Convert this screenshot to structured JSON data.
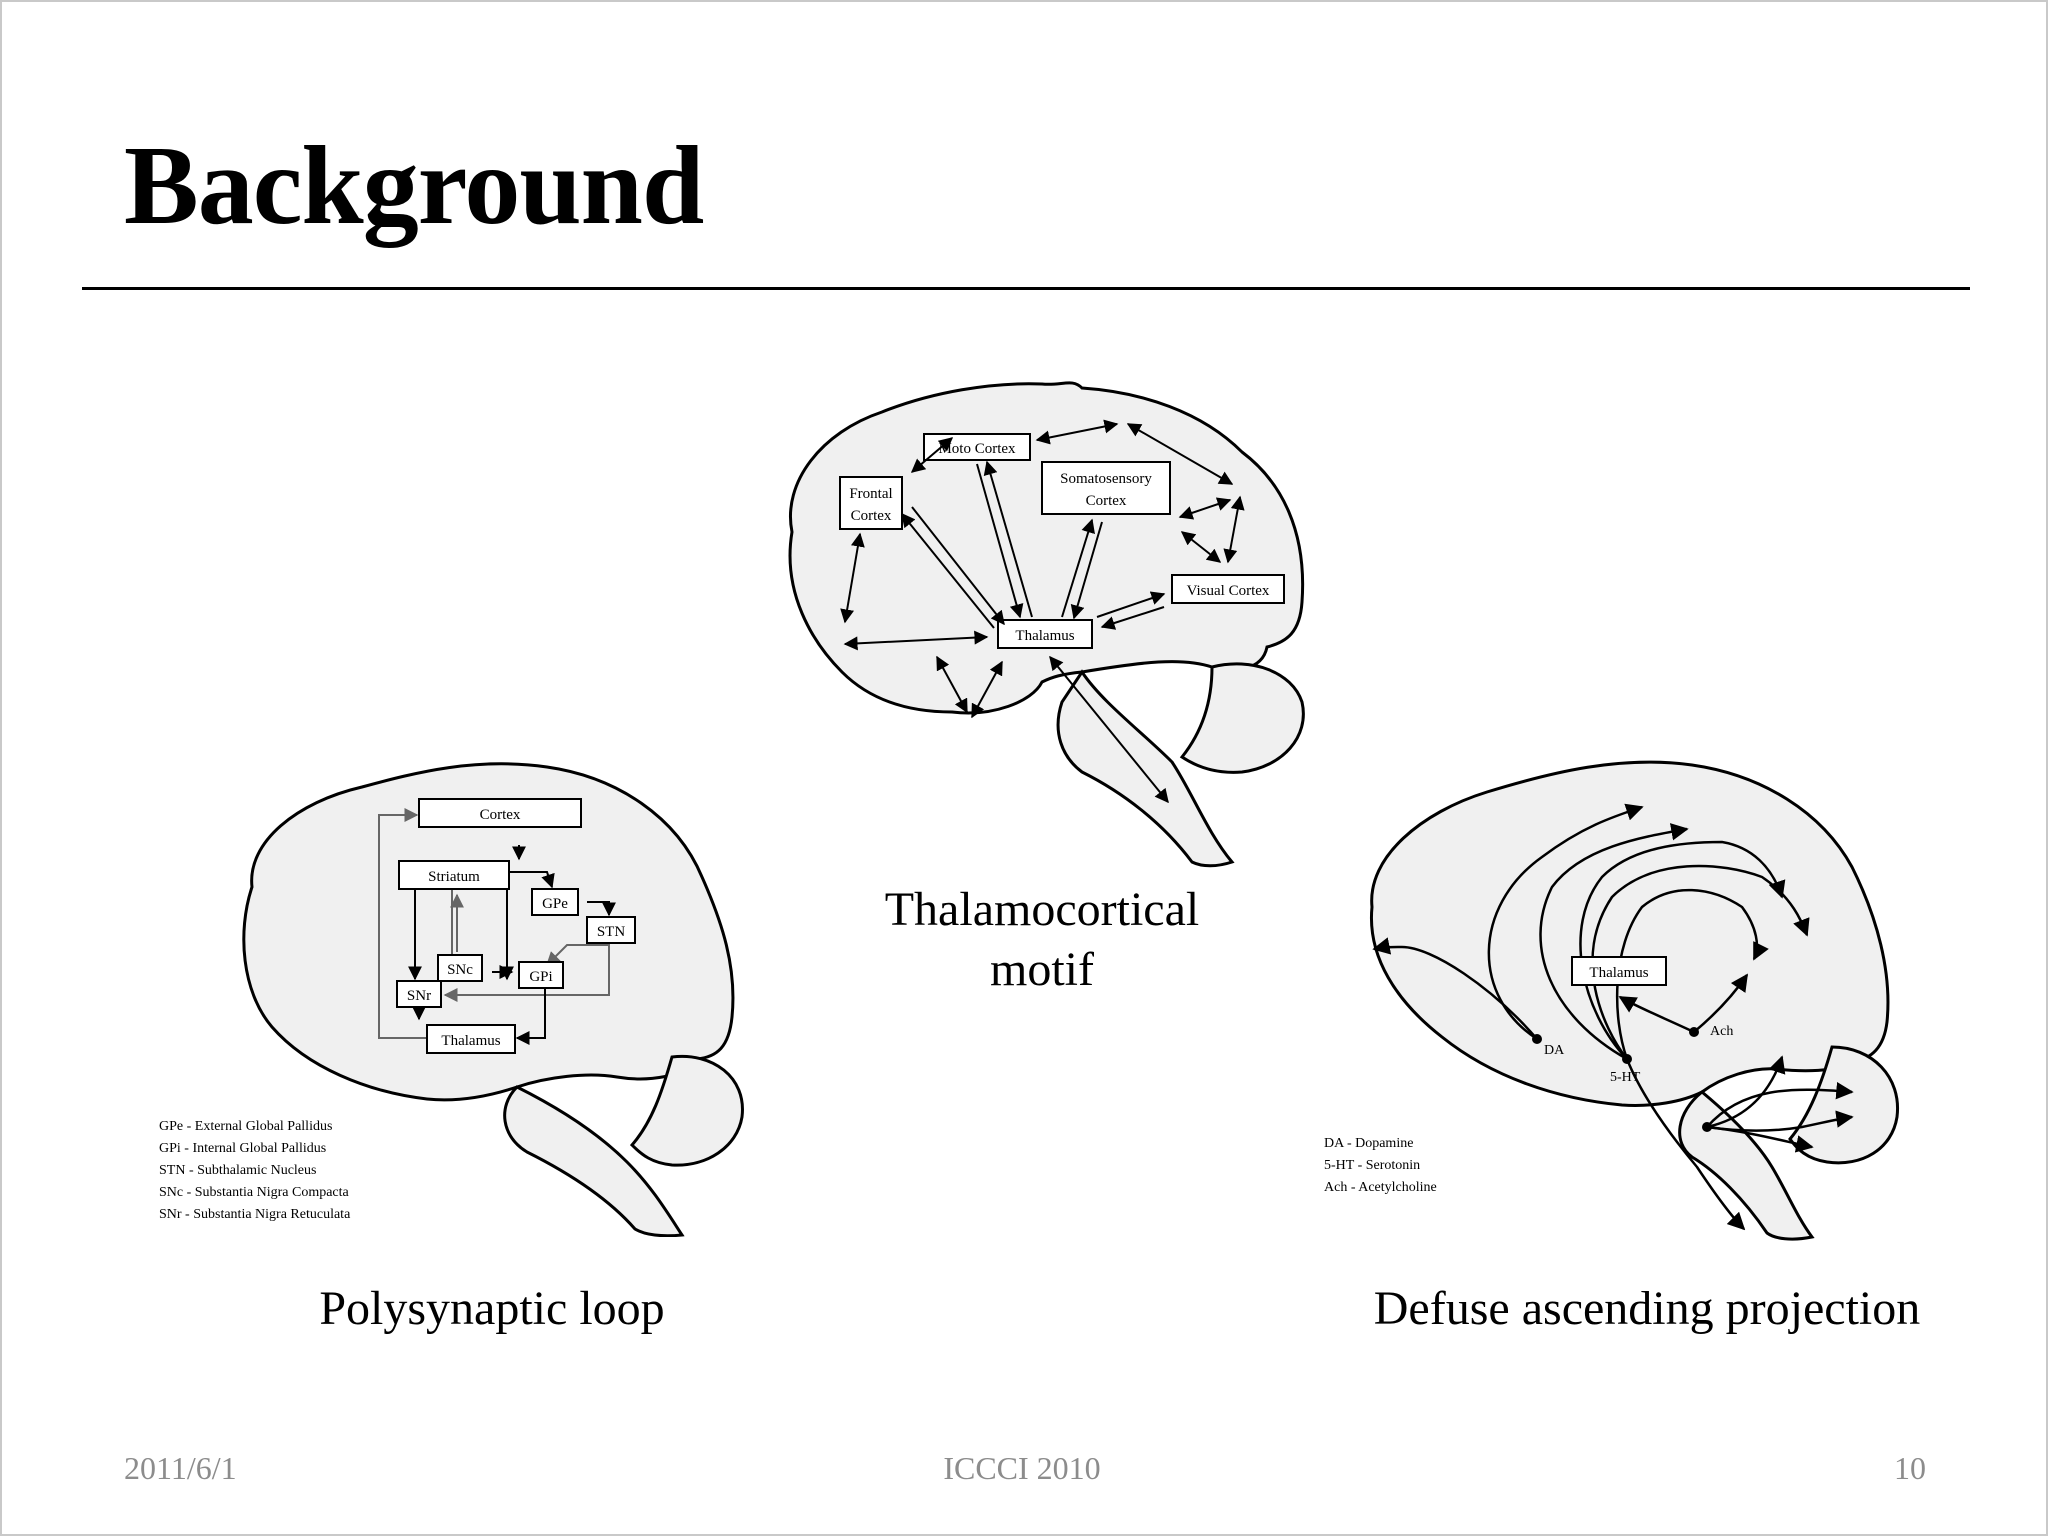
{
  "slide": {
    "title": "Background",
    "footer": {
      "date": "2011/6/1",
      "conference": "ICCCI 2010",
      "page": "10"
    }
  },
  "thalamocortical": {
    "caption_line1": "Thalamocortical",
    "caption_line2": "motif",
    "boxes": {
      "moto_cortex": "Moto Cortex",
      "frontal_cortex_l1": "Frontal",
      "frontal_cortex_l2": "Cortex",
      "somatosensory_l1": "Somatosensory",
      "somatosensory_l2": "Cortex",
      "visual_cortex": "Visual Cortex",
      "thalamus": "Thalamus"
    }
  },
  "polysynaptic": {
    "caption": "Polysynaptic loop",
    "boxes": {
      "cortex": "Cortex",
      "striatum": "Striatum",
      "gpe": "GPe",
      "stn": "STN",
      "snc": "SNc",
      "gpi": "GPi",
      "snr": "SNr",
      "thalamus": "Thalamus"
    },
    "legend": [
      "GPe - External Global Pallidus",
      "GPi - Internal Global Pallidus",
      "STN - Subthalamic Nucleus",
      "SNc - Substantia Nigra Compacta",
      "SNr - Substantia Nigra Retuculata"
    ]
  },
  "ascending": {
    "caption": "Defuse ascending projection",
    "boxes": {
      "thalamus": "Thalamus"
    },
    "labels": {
      "da": "DA",
      "ht": "5-HT",
      "ach": "Ach"
    },
    "legend": [
      "DA - Dopamine",
      "5-HT - Serotonin",
      "Ach - Acetylcholine"
    ]
  }
}
